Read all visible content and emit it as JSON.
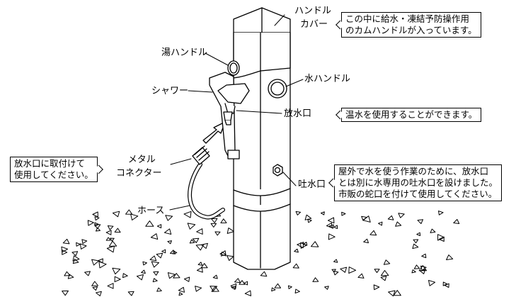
{
  "labels": {
    "handle_cover": [
      "ハンドル",
      "カバー"
    ],
    "hot_handle": "湯ハンドル",
    "cold_handle": "水ハンドル",
    "shower": "シャワー",
    "discharge_port": "放水口",
    "spout": "吐水口",
    "metal_connector": [
      "メタル",
      "コネクター"
    ],
    "hose": "ホース"
  },
  "notes": {
    "handle_cover": [
      "この中に給水・凍結予防操作用",
      "のカムハンドルが入っています。"
    ],
    "discharge_port": "温水を使用することができます。",
    "spout": [
      "屋外で水を使う作業のために、放水口",
      "とは別に水専用の吐水口を設けました。",
      "市販の蛇口を付けて使用してください。"
    ],
    "connector": [
      "放水口に取付けて",
      "使用してください。"
    ]
  }
}
